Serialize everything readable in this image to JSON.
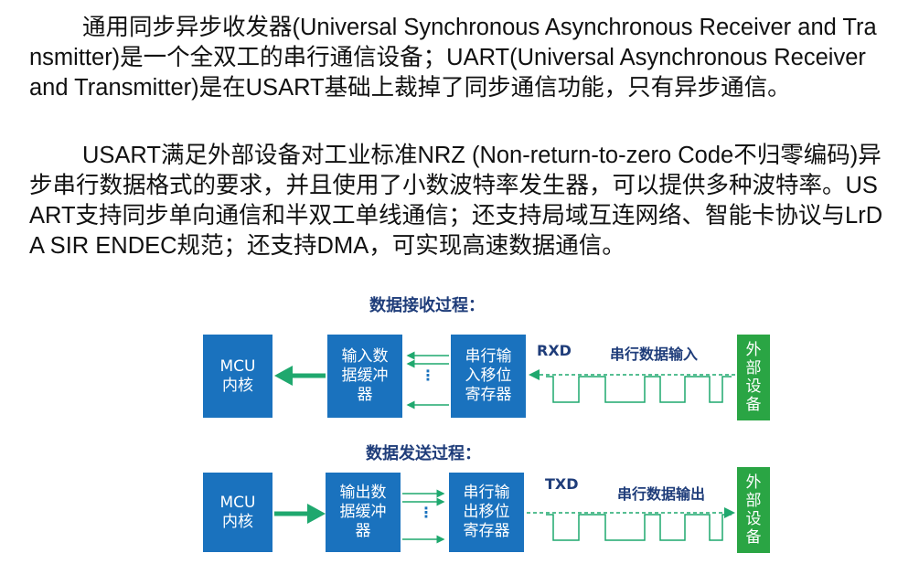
{
  "paragraphs": [
    "通用同步异步收发器(Universal Synchronous Asynchronous Receiver and Transmitter)是一个全双工的串行通信设备；UART(Universal Asynchronous Receiver and Transmitter)是在USART基础上裁掉了同步通信功能，只有异步通信。",
    "USART满足外部设备对工业标准NRZ (Non-return-to-zero Code不归零编码)异步串行数据格式的要求，并且使用了小数波特率发生器，可以提供多种波特率。USART支持同步单向通信和半双工单线通信；还支持局域互连网络、智能卡协议与LrDA SIR ENDEC规范；还支持DMA，可实现高速数据通信。"
  ],
  "receive": {
    "title": "数据接收过程：",
    "mcu": [
      "MCU",
      "内核"
    ],
    "buffer": [
      "输入数",
      "据缓冲",
      "器"
    ],
    "shift": [
      "串行输",
      "入移位",
      "寄存器"
    ],
    "pin": "RXD",
    "signal": "串行数据输入",
    "device": "外部设备",
    "dots": "⋮"
  },
  "send": {
    "title": "数据发送过程：",
    "mcu": [
      "MCU",
      "内核"
    ],
    "buffer": [
      "输出数",
      "据缓冲",
      "器"
    ],
    "shift": [
      "串行输",
      "出移位",
      "寄存器"
    ],
    "pin": "TXD",
    "signal": "串行数据输出",
    "device": "外部设备",
    "dots": "⋮"
  },
  "colors": {
    "box": "#1a72be",
    "device": "#2aa544",
    "arrow": "#1fa86e",
    "title": "#1f3d7a"
  }
}
